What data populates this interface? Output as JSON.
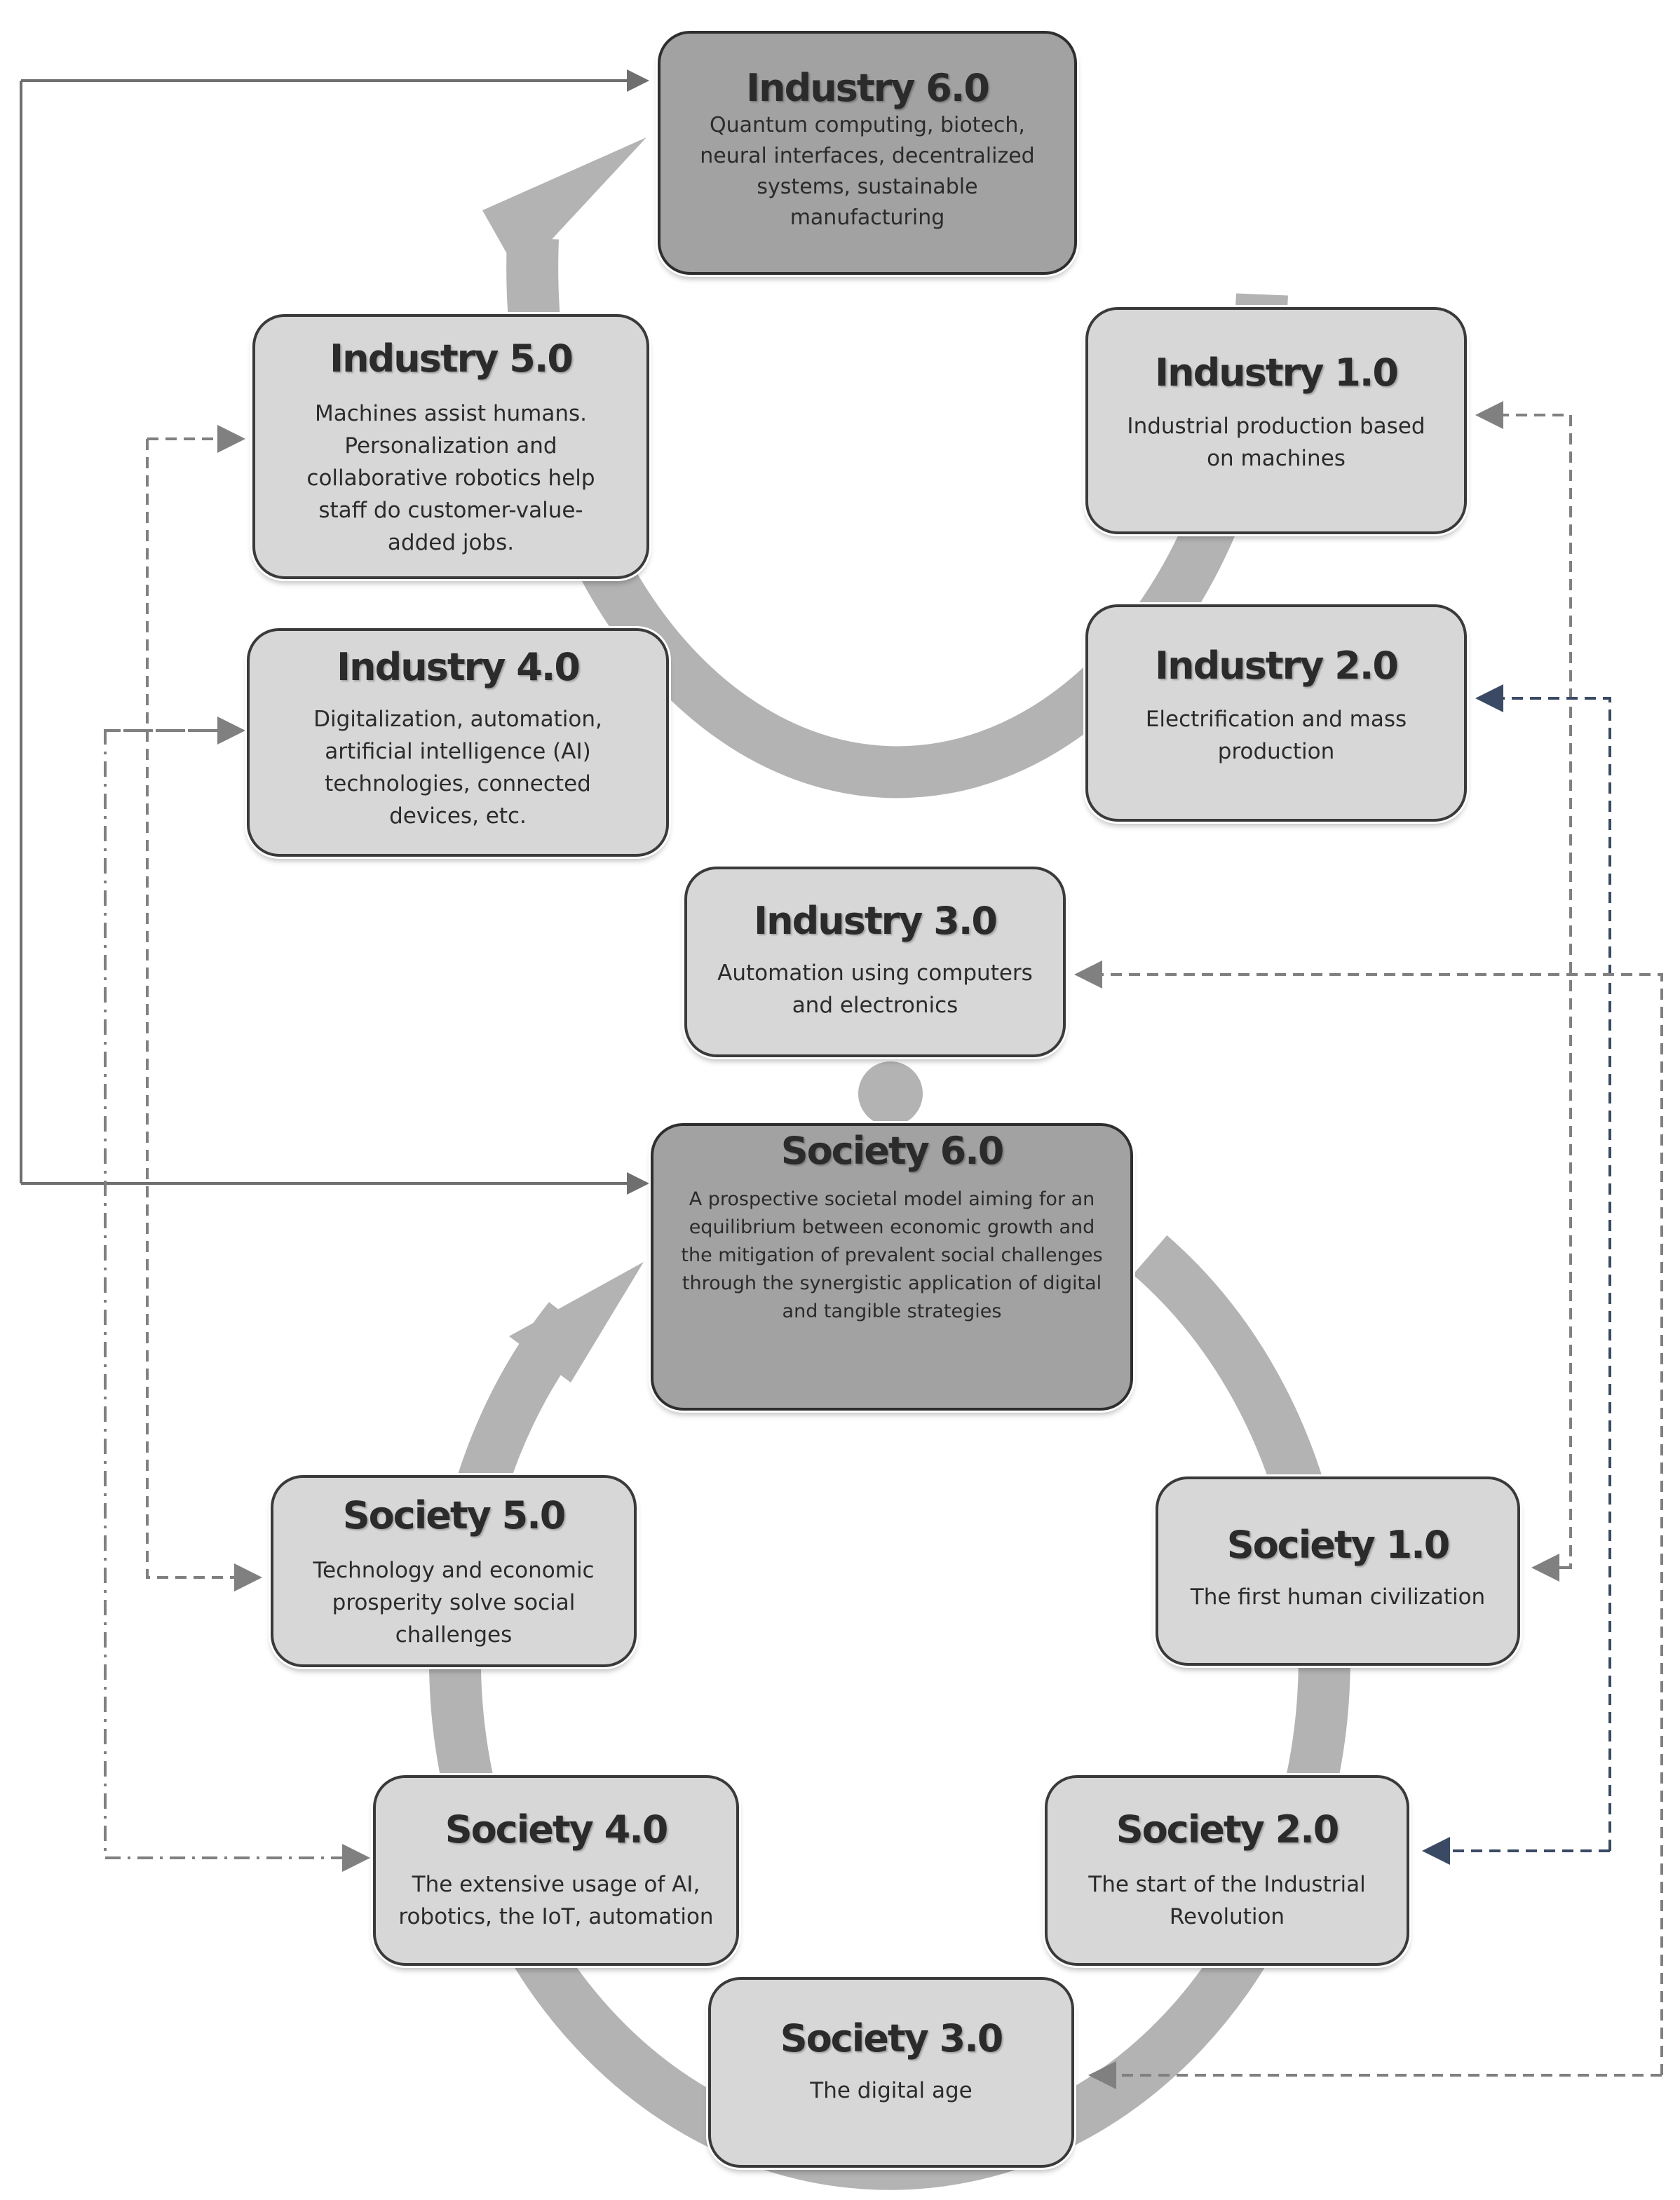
{
  "industry": [
    {
      "id": "6",
      "title": "Industry 6.0",
      "desc": "Quantum computing, biotech, neural interfaces, decentralized systems, sustainable manufacturing"
    },
    {
      "id": "1",
      "title": "Industry 1.0",
      "desc": "Industrial production based on machines"
    },
    {
      "id": "2",
      "title": "Industry 2.0",
      "desc": "Electrification and mass production"
    },
    {
      "id": "3",
      "title": "Industry 3.0",
      "desc": "Automation using computers and electronics"
    },
    {
      "id": "4",
      "title": "Industry 4.0",
      "desc": "Digitalization, automation, artificial intelligence (AI) technologies, connected devices, etc."
    },
    {
      "id": "5",
      "title": "Industry 5.0",
      "desc": "Machines assist humans. Personalization and collaborative robotics help staff do customer-value-added jobs."
    }
  ],
  "society": [
    {
      "id": "6",
      "title": "Society 6.0",
      "desc": "A prospective societal model aiming for an equilibrium between economic growth and the mitigation of prevalent social challenges through the synergistic application of digital and tangible strategies"
    },
    {
      "id": "1",
      "title": "Society 1.0",
      "desc": "The first human civilization"
    },
    {
      "id": "2",
      "title": "Society 2.0",
      "desc": "The start of the Industrial Revolution"
    },
    {
      "id": "3",
      "title": "Society 3.0",
      "desc": "The digital age"
    },
    {
      "id": "4",
      "title": "Society 4.0",
      "desc": "The extensive usage of AI, robotics, the IoT, automation"
    },
    {
      "id": "5",
      "title": "Society 5.0",
      "desc": "Technology and economic prosperity solve social challenges"
    }
  ],
  "colors": {
    "ring": "#b3b3b3",
    "box_fill": "#d7d7d7",
    "box_fill_dark": "#a2a2a2",
    "box_border": "#3a3a3a",
    "connector_gray": "#808080",
    "connector_navy": "#3b4a64",
    "loop_line": "#6f6f6f"
  }
}
